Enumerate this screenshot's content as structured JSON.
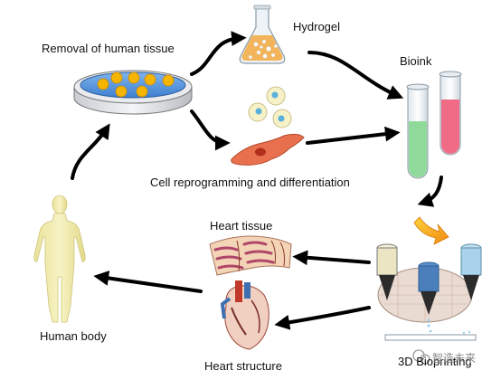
{
  "labels": {
    "removal": "Removal of human tissue",
    "hydrogel": "Hydrogel",
    "bioink": "Bioink",
    "reprogramming": "Cell reprogramming and differentiation",
    "heart_tissue": "Heart tissue",
    "heart_structure": "Heart structure",
    "human_body": "Human body",
    "bioprinting": "3D Bioprinting"
  },
  "watermark": "智造未来",
  "colors": {
    "arrow": "#000000",
    "dish_blue": "#4a90d9",
    "cell_yellow": "#f5b400",
    "hydrogel_orange": "#f3b45a",
    "green_ink": "#8fd99a",
    "pink_ink": "#f06b86",
    "human_body": "#f0eba8",
    "heart_red": "#c0392b"
  },
  "icons": [
    "petri-dish",
    "hydrogel-flask",
    "stem-cells",
    "fibroblast-cell",
    "bioink-tubes",
    "bioprinter-nozzles",
    "rotation-arrow",
    "heart-tissue",
    "heart-organ",
    "human-figure"
  ]
}
